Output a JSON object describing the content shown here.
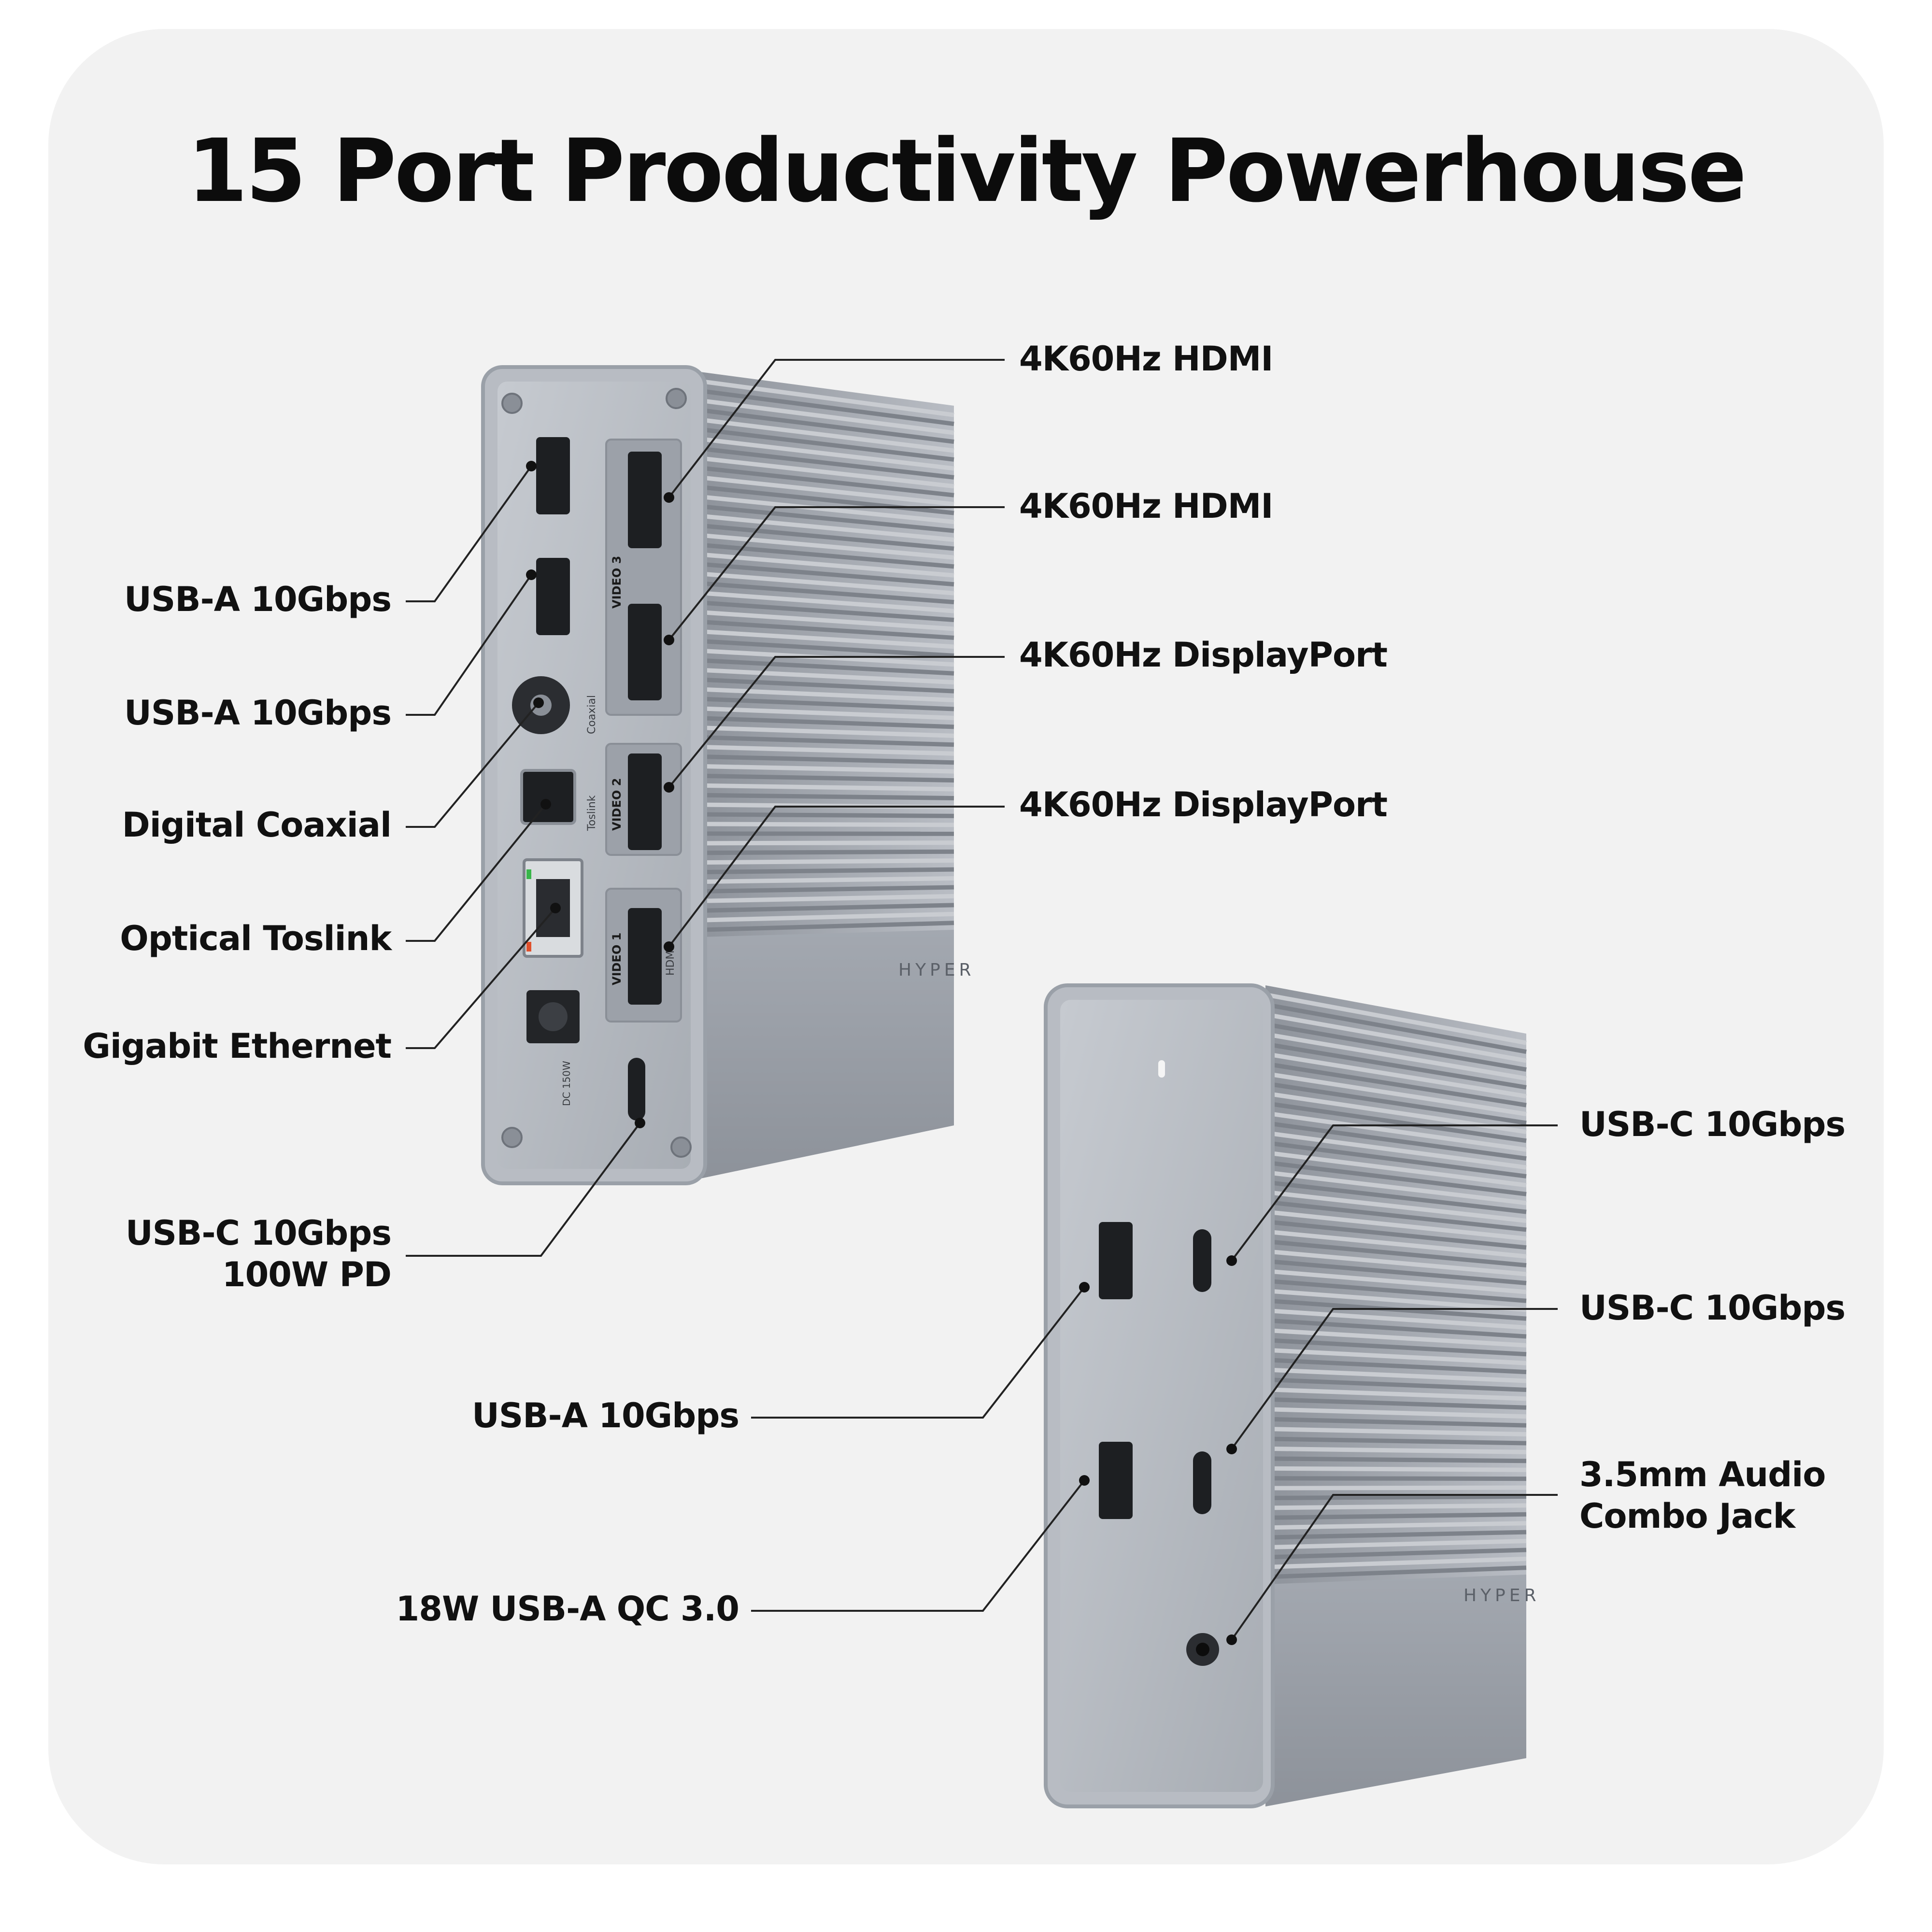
{
  "title": "15 Port Productivity Powerhouse",
  "brand": {
    "logo_text": "HYPER"
  },
  "colors": {
    "background": "#f2f2f2",
    "text": "#111111",
    "device": "#a9aeb6",
    "device_dark": "#7f858e",
    "port": "#1d1f22",
    "leader": "#222222"
  },
  "device_rear": {
    "panel_markings": [
      "VIDEO 3",
      "VIDEO 2",
      "VIDEO 1",
      "Coaxial",
      "Toslink",
      "HDMI",
      "DC 150W"
    ],
    "callouts": [
      {
        "id": "rear-usb-a-1",
        "label": "USB-A 10Gbps"
      },
      {
        "id": "rear-usb-a-2",
        "label": "USB-A 10Gbps"
      },
      {
        "id": "rear-coaxial",
        "label": "Digital Coaxial"
      },
      {
        "id": "rear-toslink",
        "label": "Optical Toslink"
      },
      {
        "id": "rear-ethernet",
        "label": "Gigabit Ethernet"
      },
      {
        "id": "rear-usb-c-pd",
        "label_line1": "USB-C 10Gbps",
        "label_line2": "100W PD"
      },
      {
        "id": "rear-hdmi-1",
        "label": "4K60Hz HDMI"
      },
      {
        "id": "rear-hdmi-2",
        "label": "4K60Hz HDMI"
      },
      {
        "id": "rear-dp-1",
        "label": "4K60Hz DisplayPort"
      },
      {
        "id": "rear-dp-2",
        "label": "4K60Hz DisplayPort"
      }
    ]
  },
  "device_front": {
    "callouts": [
      {
        "id": "front-usb-a",
        "label": "USB-A 10Gbps"
      },
      {
        "id": "front-usb-a-qc",
        "label": "18W USB-A QC 3.0"
      },
      {
        "id": "front-usb-c-1",
        "label": "USB-C 10Gbps"
      },
      {
        "id": "front-usb-c-2",
        "label": "USB-C 10Gbps"
      },
      {
        "id": "front-audio",
        "label_line1": "3.5mm Audio",
        "label_line2": "Combo Jack"
      }
    ]
  }
}
